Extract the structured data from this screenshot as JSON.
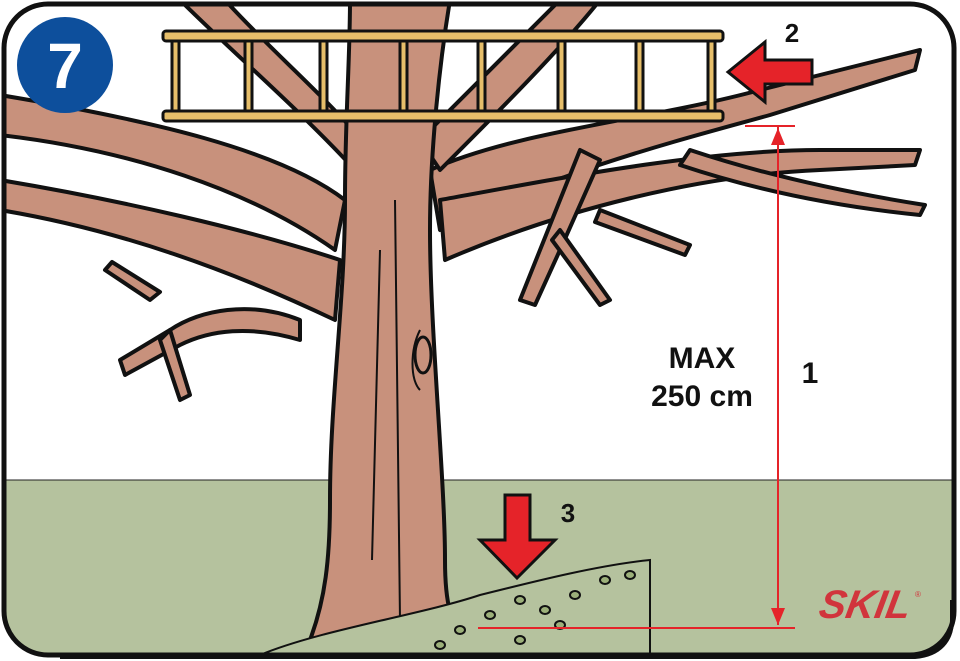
{
  "step_number": "7",
  "labels": {
    "max_line1": "MAX",
    "max_line2": "250 cm",
    "marker_1": "1",
    "marker_2": "2",
    "marker_3": "3"
  },
  "brand": {
    "name": "SKIL",
    "registered": "®"
  },
  "colors": {
    "badge": "#0d4f9c",
    "arrow": "#e52329",
    "ground": "#b5c29e",
    "trunk": "#c8917c",
    "ladder": "#e6be6a",
    "brand": "#d1343c"
  }
}
